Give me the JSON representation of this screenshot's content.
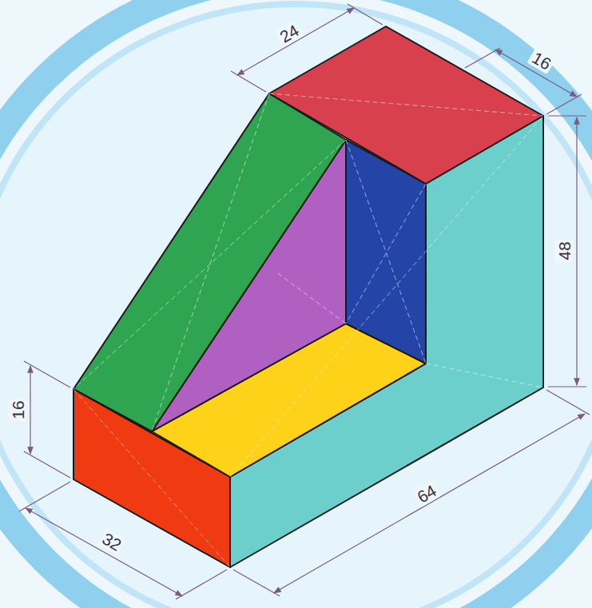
{
  "diagram": {
    "labels": [
      "24",
      "16",
      "48",
      "16",
      "64",
      "32"
    ]
  }
}
